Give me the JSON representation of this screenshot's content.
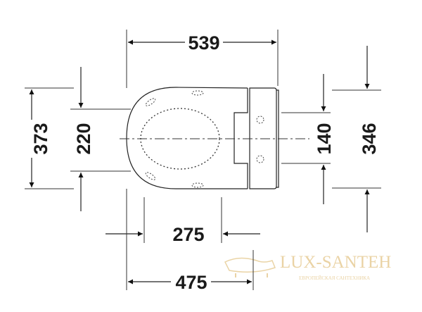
{
  "dimensions": {
    "overall_length": "539",
    "overall_width": "373",
    "seat_inner_width": "220",
    "fixing_spacing": "140",
    "tank_width": "346",
    "fixing_offset": "275",
    "seat_length": "475"
  },
  "watermark": {
    "brand": "LUX-SANTEH",
    "tagline": "ЕВРОПЕЙСКАЯ САНТЕХНИКА"
  },
  "colors": {
    "line": "#222222",
    "watermark": "#e8cf9c"
  }
}
